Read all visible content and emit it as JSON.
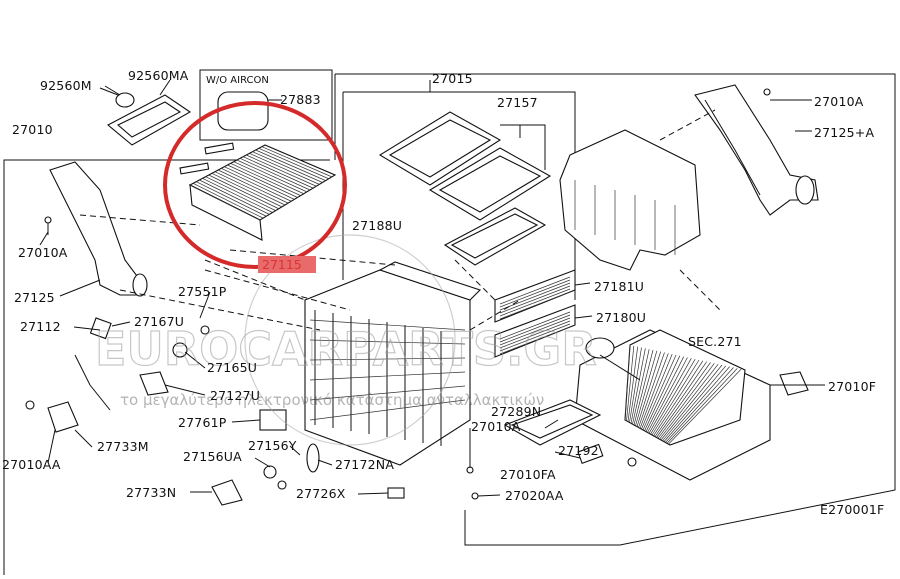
{
  "section_label": "W/O AIRCON",
  "diagram_code": "E270001F",
  "watermark": {
    "main": "EUROCARPARTS.GR",
    "sub": "το μεγαλύτερο ηλεκτρονικό κατάστημα ανταλλακτικών"
  },
  "highlight": {
    "color": "#d42a2a",
    "part": "27115"
  },
  "parts": {
    "p92560M": "92560M",
    "p92560MA": "92560MA",
    "p27883": "27883",
    "p27015": "27015",
    "p27010A_top": "27010A",
    "p27010": "27010",
    "p27157": "27157",
    "p27125A": "27125+A",
    "p27010A_left": "27010A",
    "p27188U": "27188U",
    "p27115": "27115",
    "p27125": "27125",
    "p27551P": "27551P",
    "p27181U": "27181U",
    "p27112": "27112",
    "p27167U": "27167U",
    "p27180U": "27180U",
    "p27165U": "27165U",
    "sec271": "SEC.271",
    "p27127U": "27127U",
    "p27010F": "27010F",
    "p27761P": "27761P",
    "p27289N": "27289N",
    "p27010A_mid": "27010A",
    "p27733M": "27733M",
    "p27156Y": "27156Y",
    "p27010AA": "27010AA",
    "p27156UA": "27156UA",
    "p27172NA": "27172NA",
    "p27192": "27192",
    "p27010FA": "27010FA",
    "p27733N": "27733N",
    "p27726X": "27726X",
    "p27020AA": "27020AA"
  }
}
